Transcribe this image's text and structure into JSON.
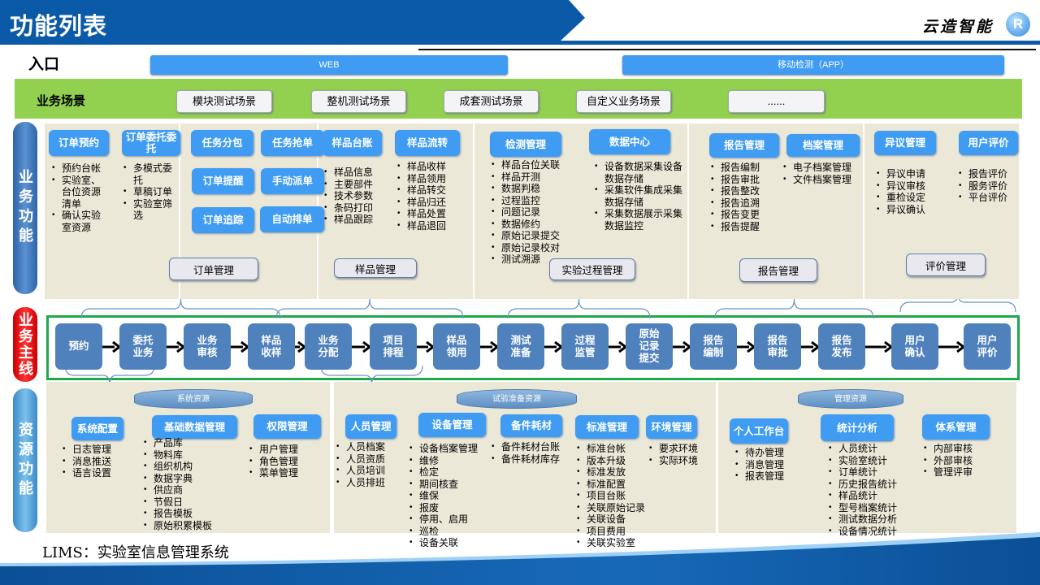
{
  "header": {
    "title": "功能列表",
    "logo_text": "云造智能",
    "logo_icon": "YR-logo-icon"
  },
  "entry": {
    "label": "入口",
    "web": "WEB",
    "app": "移动检测（APP）"
  },
  "scenarios": {
    "label": "业务场景",
    "items": [
      "模块测试场景",
      "整机测试场景",
      "成套测试场景",
      "自定义业务场景",
      "......"
    ]
  },
  "side_labels": {
    "functions": "业务功能",
    "mainline": "业务主线",
    "resources": "资源功能"
  },
  "functions": [
    {
      "modules": [
        {
          "title": "订单预约",
          "items": [
            "预约台帐",
            "实验室、台位资源清单",
            "确认实验室资源"
          ]
        },
        {
          "title": "订单委托委托",
          "items": [
            "多模式委托",
            "草稿订单",
            "实验室筛选"
          ]
        }
      ]
    },
    {
      "modules": [
        {
          "title": "任务分包",
          "items": []
        },
        {
          "title": "任务抢单",
          "items": []
        },
        {
          "title": "订单提醒",
          "items": []
        },
        {
          "title": "手动派单",
          "items": []
        },
        {
          "title": "订单追踪",
          "items": []
        },
        {
          "title": "自动排单",
          "items": []
        }
      ],
      "summary": "订单管理"
    },
    {
      "modules": [
        {
          "title": "样品台账",
          "items": [
            "样品信息",
            "主要部件",
            "技术参数",
            "条码打印",
            "样品跟踪"
          ]
        },
        {
          "title": "样品流转",
          "items": [
            "样品收样",
            "样品领用",
            "样品转交",
            "样品归还",
            "样品处置",
            "样品退回"
          ]
        }
      ],
      "summary": "样品管理"
    },
    {
      "modules": [
        {
          "title": "检测管理",
          "items": [
            "样品台位关联",
            "样品开测",
            "数据判稳",
            "过程监控",
            "问题记录",
            "数据修约",
            "原始记录提交",
            "原始记录校对",
            "测试溯源"
          ]
        },
        {
          "title": "数据中心",
          "items": [
            "设备数据采集设备数据存储",
            "采集软件集成采集数据存储",
            "采集数据展示采集数据监控"
          ]
        }
      ],
      "summary": "实验过程管理"
    },
    {
      "modules": [
        {
          "title": "报告管理",
          "items": [
            "报告编制",
            "报告审批",
            "报告整改",
            "报告追溯",
            "报告变更",
            "报告提醒"
          ]
        },
        {
          "title": "档案管理",
          "items": [
            "电子档案管理",
            "文件档案管理"
          ]
        }
      ],
      "summary": "报告管理"
    },
    {
      "modules": [
        {
          "title": "异议管理",
          "items": [
            "异议申请",
            "异议审核",
            "重检设定",
            "异议确认"
          ]
        },
        {
          "title": "用户评价",
          "items": [
            "报告评价",
            "服务评价",
            "平台评价"
          ]
        }
      ],
      "summary": "评价管理"
    }
  ],
  "mainline": [
    "预约",
    "委托业务",
    "业务审核",
    "样品收样",
    "业务分配",
    "项目排程",
    "样品领用",
    "测试准备",
    "过程监管",
    "原始记录提交",
    "报告编制",
    "报告审批",
    "报告发布",
    "用户确认",
    "用户评价"
  ],
  "resources": [
    {
      "name": "系统资源",
      "modules": [
        {
          "title": "系统配置",
          "items": [
            "日志管理",
            "消息推送",
            "语言设置"
          ]
        },
        {
          "title": "基础数据管理",
          "items": [
            "产品库",
            "物料库",
            "组织机构",
            "数据字典",
            "供应商",
            "节假日",
            "报告模板",
            "原始积累模板"
          ]
        },
        {
          "title": "权限管理",
          "items": [
            "用户管理",
            "角色管理",
            "菜单管理"
          ]
        }
      ]
    },
    {
      "name": "试验准备资源",
      "modules": [
        {
          "title": "人员管理",
          "items": [
            "人员档案",
            "人员资质",
            "人员培训",
            "人员排班"
          ]
        },
        {
          "title": "设备管理",
          "items": [
            "设备档案管理",
            "维修",
            "检定",
            "期间核查",
            "维保",
            "报废",
            "停用、启用",
            "巡检",
            "设备关联"
          ]
        },
        {
          "title": "备件耗材",
          "items": [
            "备件耗材台账",
            "备件耗材库存"
          ]
        },
        {
          "title": "标准管理",
          "items": [
            "标准台帐",
            "版本升级",
            "标准发放",
            "标准配置",
            "项目台账",
            "关联原始记录",
            "关联设备",
            "项目费用",
            "关联实验室"
          ]
        },
        {
          "title": "环境管理",
          "items": [
            "要求环境",
            "实际环境"
          ]
        }
      ]
    },
    {
      "name": "管理资源",
      "modules": [
        {
          "title": "个人工作台",
          "items": [
            "待办管理",
            "消息管理",
            "报表管理"
          ]
        },
        {
          "title": "统计分析",
          "items": [
            "人员统计",
            "实验室统计",
            "订单统计",
            "历史报告统计",
            "样品统计",
            "型号档案统计",
            "测试数据分析",
            "设备情况统计"
          ]
        },
        {
          "title": "体系管理",
          "items": [
            "内部审核",
            "外部审核",
            "管理评审"
          ]
        }
      ]
    }
  ],
  "footer": "LIMS：实验室信息管理系统",
  "colors": {
    "header": "#0b5aa7",
    "button": "#3f9cf2",
    "step": "#4f81bd",
    "scenario_band": "#92d050",
    "mainline_border": "#1fa84a",
    "panel": "#ebe8d8"
  }
}
